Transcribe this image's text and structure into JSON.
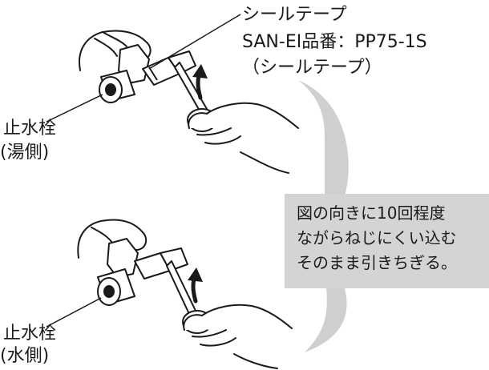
{
  "labels": {
    "tape_title": "シールテープ",
    "tape_code": "SAN-EI品番：PP75-1S",
    "tape_sub": "（シールテープ）",
    "valve_hot": "止水栓",
    "valve_hot_side": "(湯側)",
    "valve_cold": "止水栓",
    "valve_cold_side": "(水側)"
  },
  "note": {
    "line1": "図の向きに10回程度",
    "line2": "ながらねじにくい込む",
    "line3": "そのまま引きちぎる。"
  },
  "colors": {
    "panel": "#d4d4d4",
    "line": "#1a1a1a",
    "bracket": "#cfcfcf"
  },
  "icons": [
    "hand-left-icon",
    "hand-right-icon",
    "valve-icon",
    "arrow-icon",
    "tape-roll-icon"
  ]
}
